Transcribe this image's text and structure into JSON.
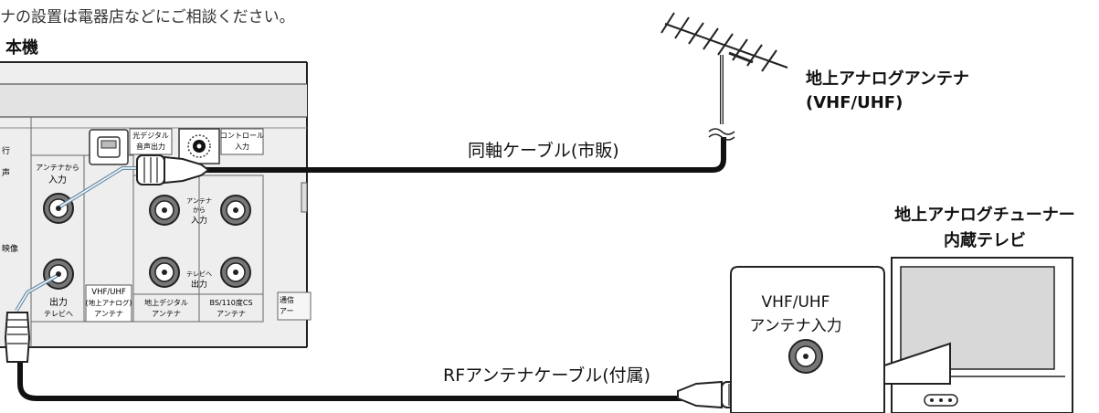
{
  "header": {
    "top_note": "ナの設置は電器店などにご相談ください。",
    "unit_title": "本機"
  },
  "antenna": {
    "label_line1": "地上アナログアンテナ",
    "label_line2": "(VHF/UHF)"
  },
  "tv": {
    "label_line1": "地上アナログチューナー",
    "label_line2": "内蔵テレビ",
    "port_label_line1": "VHF/UHF",
    "port_label_line2": "アンテナ入力"
  },
  "cables": {
    "coax_label": "同軸ケーブル(市販)",
    "rf_label": "RFアンテナケーブル(付属)"
  },
  "panel": {
    "optical_line1": "光デジタル",
    "optical_line2": "音声出力",
    "control_line1": "コントロール",
    "control_line2": "入力",
    "ant_in_line1": "アンテナから",
    "ant_in_line2": "入力",
    "out_line1": "出力",
    "out_line2": "テレビへ",
    "vhf_box_line1": "VHF/UHF",
    "vhf_box_line2": "(地上アナログ)",
    "vhf_box_line3": "アンテナ",
    "dig_in_line1": "アンテナ",
    "dig_in_line2": "から",
    "dig_in_line3": "入力",
    "dig_out_line1": "テレビへ",
    "dig_out_line2": "出力",
    "dig_label_line1": "地上デジタル",
    "dig_label_line2": "アンテナ",
    "bs_label_line1": "BS/110度CS",
    "bs_label_line2": "アンテナ",
    "comm_label_line1": "通信",
    "comm_label_line2": "アー",
    "left_edge_1": "行",
    "left_edge_2": "声",
    "left_edge_3": "映像"
  }
}
